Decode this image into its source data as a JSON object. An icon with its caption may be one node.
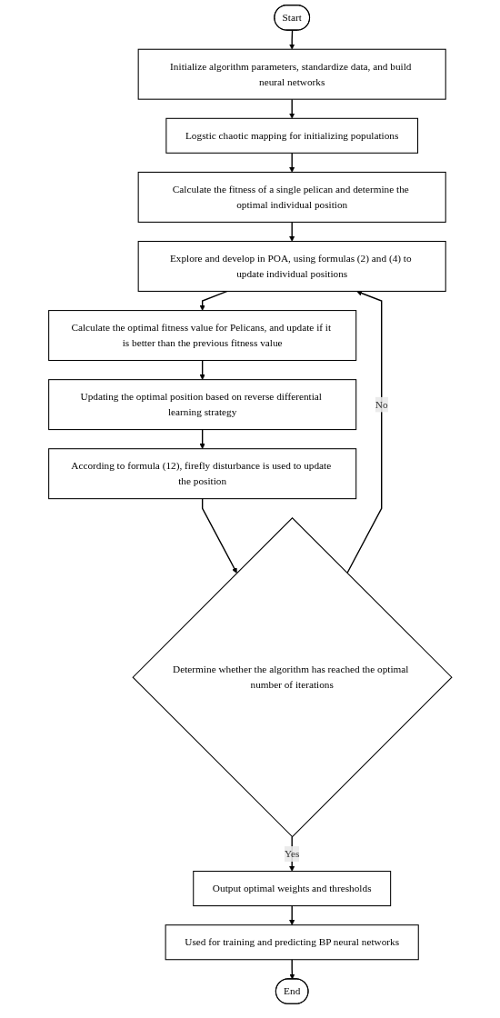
{
  "diagram": {
    "nodes": [
      {
        "text": [
          "Start"
        ]
      },
      {
        "text": [
          "Initialize algorithm parameters, standardize data, and build neural networks"
        ]
      },
      {
        "text": [
          "Logstic chaotic mapping for initializing populations"
        ]
      },
      {
        "text": [
          "Calculate the fitness of a single pelican and determine the optimal individual position"
        ]
      },
      {
        "text": [
          "Explore and develop in POA, using formulas (2) and (4) to update individual positions"
        ]
      },
      {
        "text": [
          "Calculate the optimal fitness value for Pelicans, and update if it is better than the previous fitness value"
        ]
      },
      {
        "text": [
          "Updating the optimal position based on reverse differential learning strategy"
        ]
      },
      {
        "text": [
          "According to formula (12), firefly disturbance is used to update the position"
        ]
      },
      {
        "text": [
          "Determine whether the algorithm has reached the optimal number of iterations"
        ]
      },
      {
        "text": [
          "Output optimal weights and thresholds"
        ]
      },
      {
        "text": [
          "Used for training and predicting BP neural networks"
        ]
      },
      {
        "text": [
          "End"
        ]
      }
    ],
    "edges": [
      {
        "from": 0,
        "to": 1,
        "arrow": "to"
      },
      {
        "from": 1,
        "to": 2,
        "arrow": "to"
      },
      {
        "from": 2,
        "to": 3,
        "arrow": "to"
      },
      {
        "from": 3,
        "to": 4,
        "arrow": "to"
      },
      {
        "from": 4,
        "to": 5,
        "arrow": "to"
      },
      {
        "from": 5,
        "to": 6,
        "arrow": "to"
      },
      {
        "from": 6,
        "to": 7,
        "arrow": "to"
      },
      {
        "from": 7,
        "to": 8,
        "arrow": "to"
      },
      {
        "from": 8,
        "to": 9,
        "label": "Yes",
        "arrow": "to"
      },
      {
        "from": 8,
        "to": 4,
        "label": "No",
        "arrow": "to"
      },
      {
        "from": 9,
        "to": 10,
        "arrow": "to"
      },
      {
        "from": 10,
        "to": 11,
        "arrow": "to"
      }
    ]
  }
}
